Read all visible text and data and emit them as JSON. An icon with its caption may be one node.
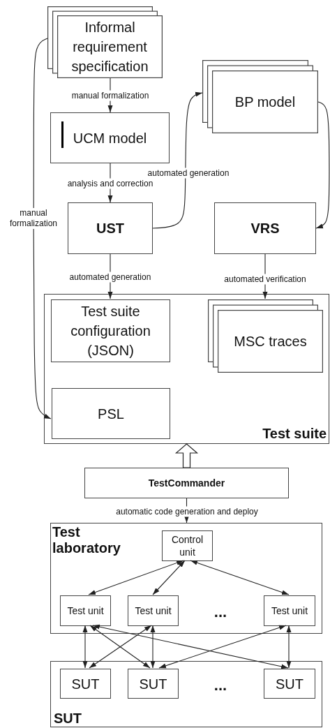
{
  "diagram": {
    "nodes": [
      {
        "text": [
          "Informal requirement specification"
        ]
      },
      {
        "text": [
          "UCM model"
        ]
      },
      {
        "text": [
          "BP model"
        ]
      },
      {
        "text": [
          "UST"
        ]
      },
      {
        "text": [
          "VRS"
        ]
      },
      {
        "text": [
          "Test suite"
        ]
      },
      {
        "text": [
          "Test suite configuration (JSON)"
        ],
        "in": 5
      },
      {
        "text": [
          "MSC traces"
        ],
        "in": 5
      },
      {
        "text": [
          "PSL"
        ],
        "in": 5
      },
      {
        "text": [
          "TestCommander"
        ]
      },
      {
        "text": [
          "Test laboratory"
        ]
      },
      {
        "text": [
          "Control unit"
        ],
        "in": 10
      },
      {
        "text": [
          "Test unit"
        ],
        "in": 10
      },
      {
        "text": [
          "Test unit"
        ],
        "in": 10
      },
      {
        "text": [
          "Test unit"
        ],
        "in": 10
      },
      {
        "text": [
          "SUT"
        ]
      },
      {
        "text": [
          "SUT"
        ],
        "in": 15
      },
      {
        "text": [
          "SUT"
        ],
        "in": 15
      },
      {
        "text": [
          "SUT"
        ],
        "in": 15
      }
    ],
    "edges": [
      {
        "from": 0,
        "to": 1,
        "arrow": "to",
        "label": "manual formalization"
      },
      {
        "from": 1,
        "to": 3,
        "arrow": "to",
        "label": "analysis and correction"
      },
      {
        "from": 3,
        "to": 2,
        "arrow": "to",
        "label": "automated generation"
      },
      {
        "from": 2,
        "to": 4,
        "arrow": "to"
      },
      {
        "from": 0,
        "to": 8,
        "arrow": "to",
        "label": "manual formalization"
      },
      {
        "from": 3,
        "to": 6,
        "arrow": "to",
        "label": "automated generation"
      },
      {
        "from": 4,
        "to": 7,
        "arrow": "to",
        "label": "automated verification"
      },
      {
        "from": 9,
        "to": 5,
        "arrow": "to",
        "style": "thick"
      },
      {
        "from": 9,
        "to": 10,
        "arrow": "to",
        "label": "automatic code generation and deploy"
      },
      {
        "from": 11,
        "to": 12,
        "arrow": "both"
      },
      {
        "from": 11,
        "to": 13,
        "arrow": "both"
      },
      {
        "from": 11,
        "to": 14,
        "arrow": "both"
      },
      {
        "from": 12,
        "to": 16,
        "arrow": "both"
      },
      {
        "from": 12,
        "to": 17,
        "arrow": "both"
      },
      {
        "from": 12,
        "to": 18,
        "arrow": "both"
      },
      {
        "from": 13,
        "to": 16,
        "arrow": "both"
      },
      {
        "from": 13,
        "to": 17,
        "arrow": "both"
      },
      {
        "from": 14,
        "to": 17,
        "arrow": "both"
      },
      {
        "from": 14,
        "to": 18,
        "arrow": "both"
      }
    ],
    "labels": [
      "...",
      "..."
    ]
  }
}
